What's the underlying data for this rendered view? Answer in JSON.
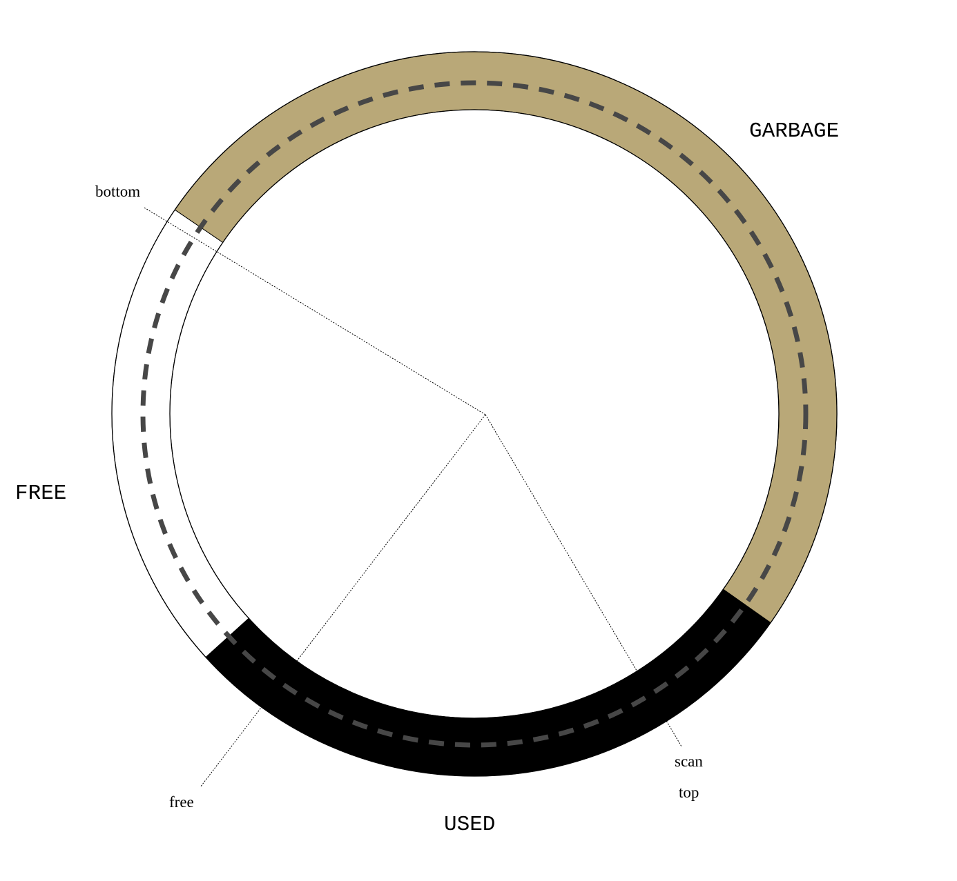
{
  "diagram": {
    "regions": [
      {
        "key": "garbage",
        "label": "GARBAGE",
        "fill": "#b9a878"
      },
      {
        "key": "free",
        "label": "FREE",
        "fill": "#ffffff"
      },
      {
        "key": "used",
        "label": "USED",
        "fill": "#000000"
      }
    ],
    "pointers": [
      {
        "key": "bottom",
        "label": "bottom"
      },
      {
        "key": "free",
        "label": "free"
      },
      {
        "key": "scan",
        "label": "scan"
      },
      {
        "key": "top",
        "label": "top"
      }
    ],
    "colors": {
      "dash": "#474747",
      "edge": "#000000"
    }
  }
}
